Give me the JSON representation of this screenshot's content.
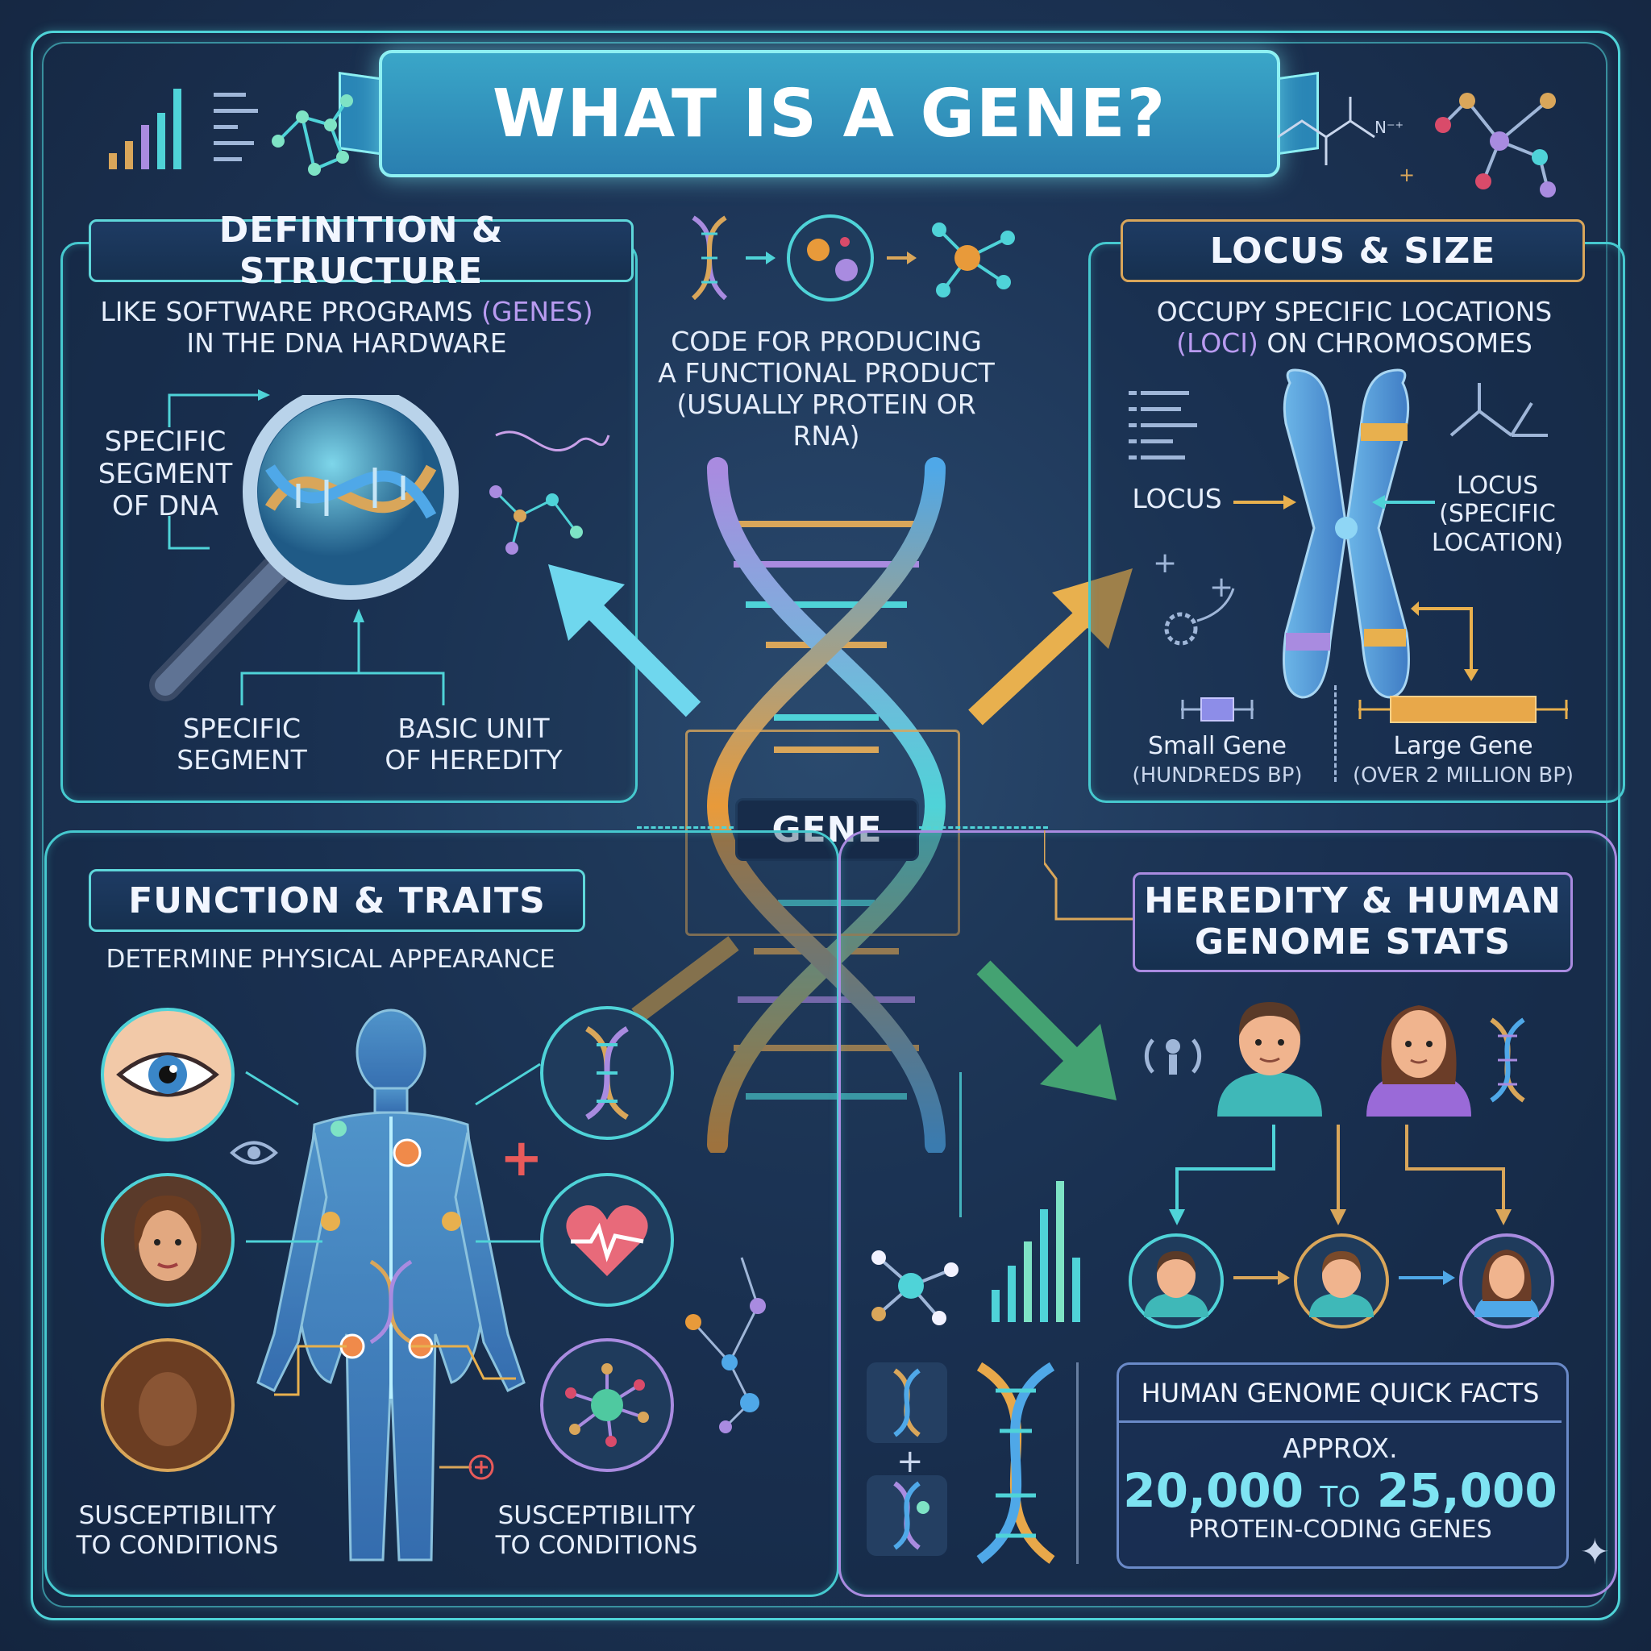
{
  "title": "WHAT IS A GENE?",
  "center": {
    "gene_label": "GENE",
    "product_text": [
      "CODE FOR PRODUCING",
      "A FUNCTIONAL PRODUCT",
      "(USUALLY PROTEIN OR RNA)"
    ]
  },
  "definition": {
    "heading": "DEFINITION & STRUCTURE",
    "intro_pre": "LIKE SOFTWARE PROGRAMS ",
    "intro_hl": "(GENES)",
    "intro_line2": "IN THE DNA HARDWARE",
    "segment_label": [
      "SPECIFIC",
      "SEGMENT",
      "OF DNA"
    ],
    "bottom_left": [
      "SPECIFIC",
      "SEGMENT"
    ],
    "bottom_right": [
      "BASIC UNIT",
      "OF HEREDITY"
    ]
  },
  "locus": {
    "heading": "LOCUS & SIZE",
    "intro_line1": "OCCUPY SPECIFIC LOCATIONS",
    "intro_hl": "(LOCI)",
    "intro_line2_rest": " ON CHROMOSOMES",
    "locus_left": "LOCUS",
    "locus_right": [
      "LOCUS",
      "(SPECIFIC",
      "LOCATION)"
    ],
    "small_gene": "Small Gene",
    "small_gene_size": "(HUNDREDS BP)",
    "large_gene": "Large Gene",
    "large_gene_size": "(OVER 2 MILLION BP)"
  },
  "function": {
    "heading": "FUNCTION & TRAITS",
    "intro": "DETERMINE PHYSICAL APPEARANCE",
    "susc_left": [
      "SUSCEPTIBILITY",
      "TO CONDITIONS"
    ],
    "susc_right": [
      "SUSCEPTIBILITY",
      "TO CONDITIONS"
    ]
  },
  "heredity": {
    "heading": [
      "HEREDITY & HUMAN",
      "GENOME STATS"
    ],
    "facts_title": "HUMAN GENOME QUICK FACTS",
    "approx": "APPROX.",
    "range_low": "20,000",
    "range_to": "TO",
    "range_high": "25,000",
    "facts_caption": "PROTEIN-CODING GENES"
  },
  "colors": {
    "teal": "#4fd3d8",
    "gold": "#d9a65a",
    "purple": "#a98be0",
    "background": "#1d3557"
  }
}
